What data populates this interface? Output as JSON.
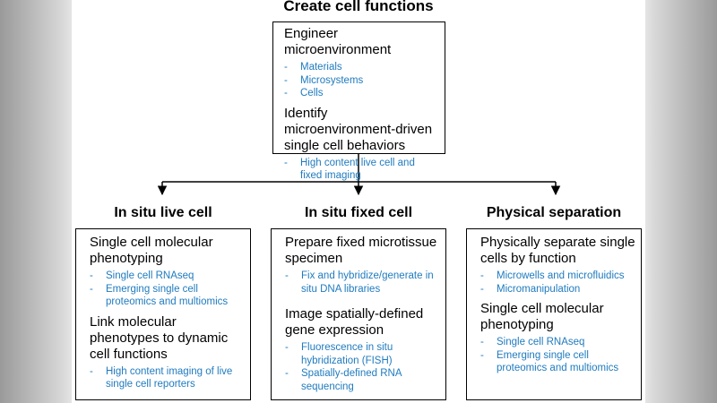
{
  "top": {
    "title": "Create cell functions",
    "sections": [
      {
        "heading": "Engineer microenvironment",
        "items": [
          "Materials",
          "Microsystems",
          "Cells"
        ]
      },
      {
        "heading": "Identify microenvironment-driven single cell behaviors",
        "items": [
          "High content live cell and fixed imaging"
        ]
      }
    ]
  },
  "columns": [
    {
      "title": "In situ live cell",
      "sections": [
        {
          "heading": "Single cell molecular phenotyping",
          "items": [
            "Single cell RNAseq",
            "Emerging single cell proteomics and multiomics"
          ]
        },
        {
          "heading": "Link molecular phenotypes to dynamic cell functions",
          "items": [
            "High content imaging of live single cell reporters"
          ]
        }
      ]
    },
    {
      "title": "In situ fixed cell",
      "sections": [
        {
          "heading": "Prepare fixed microtissue specimen",
          "items": [
            "Fix and hybridize/generate in situ DNA libraries"
          ]
        },
        {
          "heading": "Image spatially-defined gene expression",
          "items": [
            "Fluorescence in situ hybridization (FISH)",
            "Spatially-defined RNA sequencing"
          ]
        }
      ]
    },
    {
      "title": "Physical separation",
      "sections": [
        {
          "heading": "Physically separate single cells by function",
          "items": [
            "Microwells and microfluidics",
            "Micromanipulation"
          ]
        },
        {
          "heading": "Single cell molecular phenotyping",
          "items": [
            "Single cell RNAseq",
            "Emerging single cell proteomics and multiomics"
          ]
        }
      ]
    }
  ],
  "colors": {
    "item_text": "#1f7bbf",
    "text": "#000000",
    "border": "#000000"
  }
}
